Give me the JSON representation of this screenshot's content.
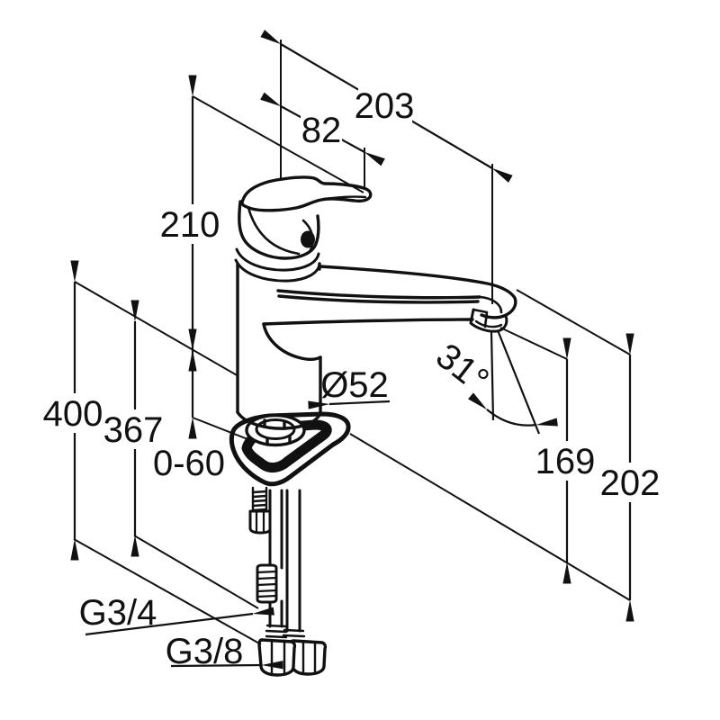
{
  "drawing": {
    "type": "technical-dimension-drawing",
    "subject": "single-lever mixer faucet with mounting hardware and supply hoses",
    "background_color": "#ffffff",
    "line_color": "#111111",
    "labels": {
      "reach": "203",
      "handle_reach": "82",
      "height_above_deck": "210",
      "total_length": "400",
      "pipe_length": "367",
      "deck_thickness_range": "0-60",
      "body_diameter": "Ø52",
      "spout_angle": "31°",
      "outlet_height": "169",
      "spout_height": "202",
      "thread_upper": "G3/4",
      "thread_lower": "G3/8"
    }
  }
}
